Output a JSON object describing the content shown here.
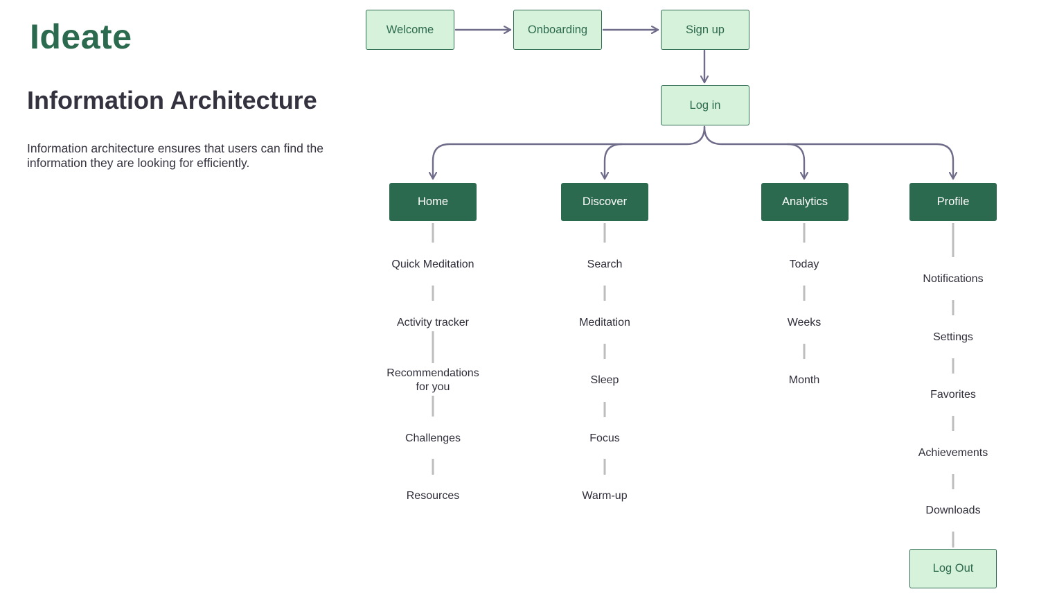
{
  "header": {
    "section": "Ideate",
    "title": "Information Architecture",
    "description": "Information architecture ensures that users can find the information they are looking for efficiently."
  },
  "flow": {
    "welcome": "Welcome",
    "onboarding": "Onboarding",
    "signup": "Sign up",
    "login": "Log in"
  },
  "sections": {
    "home": {
      "label": "Home",
      "items": [
        "Quick Meditation",
        "Activity tracker",
        "Recommendations\nfor you",
        "Challenges",
        "Resources"
      ]
    },
    "discover": {
      "label": "Discover",
      "items": [
        "Search",
        "Meditation",
        "Sleep",
        "Focus",
        "Warm-up"
      ]
    },
    "analytics": {
      "label": "Analytics",
      "items": [
        "Today",
        "Weeks",
        "Month"
      ]
    },
    "profile": {
      "label": "Profile",
      "items": [
        "Notifications",
        "Settings",
        "Favorites",
        "Achievements",
        "Downloads"
      ],
      "logout": "Log Out"
    }
  },
  "colors": {
    "primary": "#2b6a4e",
    "light_fill": "#d7f2da",
    "arrow": "#6f6c8a",
    "connector": "#bdbdbd",
    "text": "#34323f"
  }
}
